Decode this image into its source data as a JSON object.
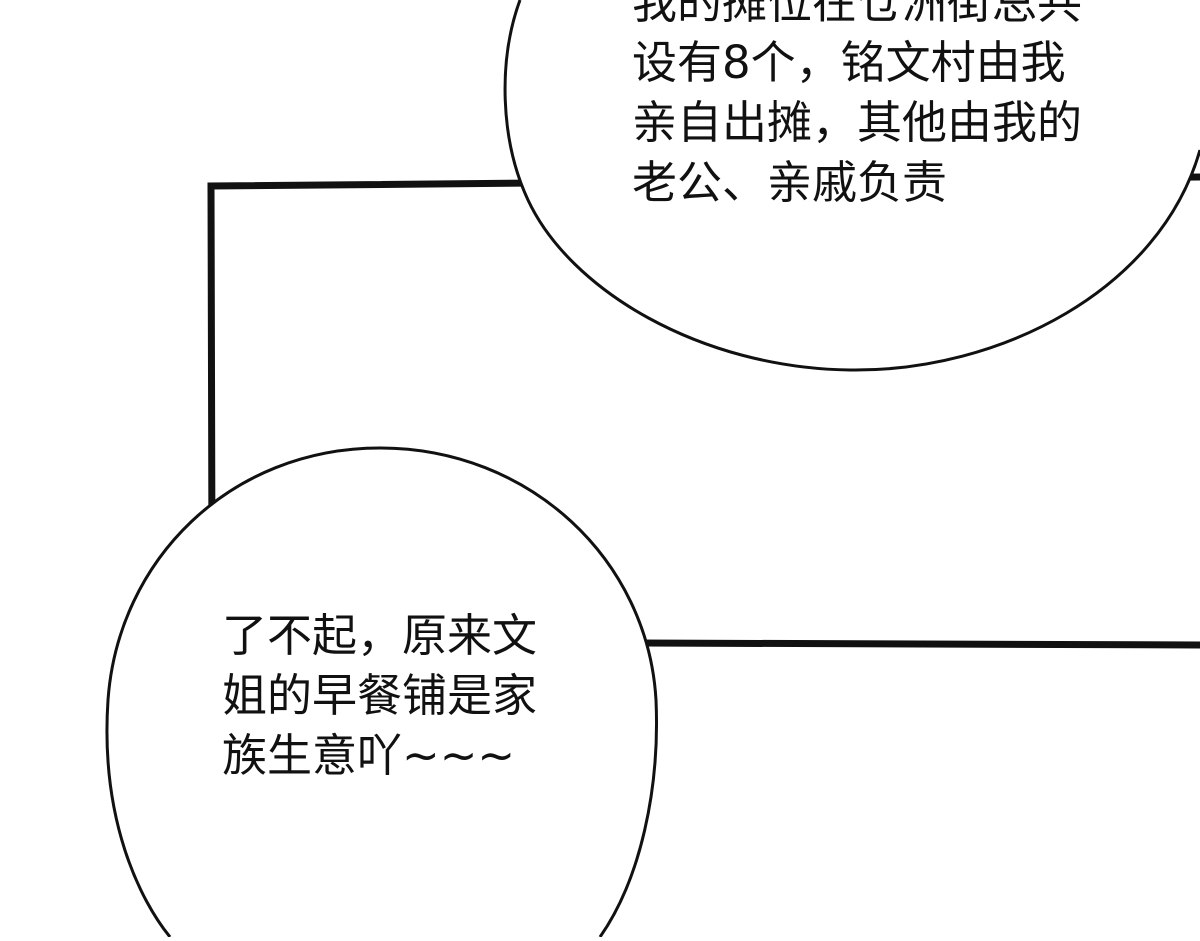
{
  "colors": {
    "background": "#ffffff",
    "ink": "#111111",
    "bubble_fill": "#ffffff"
  },
  "panels": [
    {
      "name": "upper-panel",
      "role": "comic panel frame"
    },
    {
      "name": "lower-panel",
      "role": "comic panel frame"
    }
  ],
  "speech_bubbles": {
    "top": {
      "lines": [
        "我的摊位在仓洲街总共",
        "设有8个，铭文村由我",
        "亲自出摊，其他由我的",
        "老公、亲戚负责"
      ]
    },
    "bottom": {
      "lines": [
        "了不起，原来文",
        "姐的早餐铺是家",
        "族生意吖~~~"
      ]
    }
  }
}
